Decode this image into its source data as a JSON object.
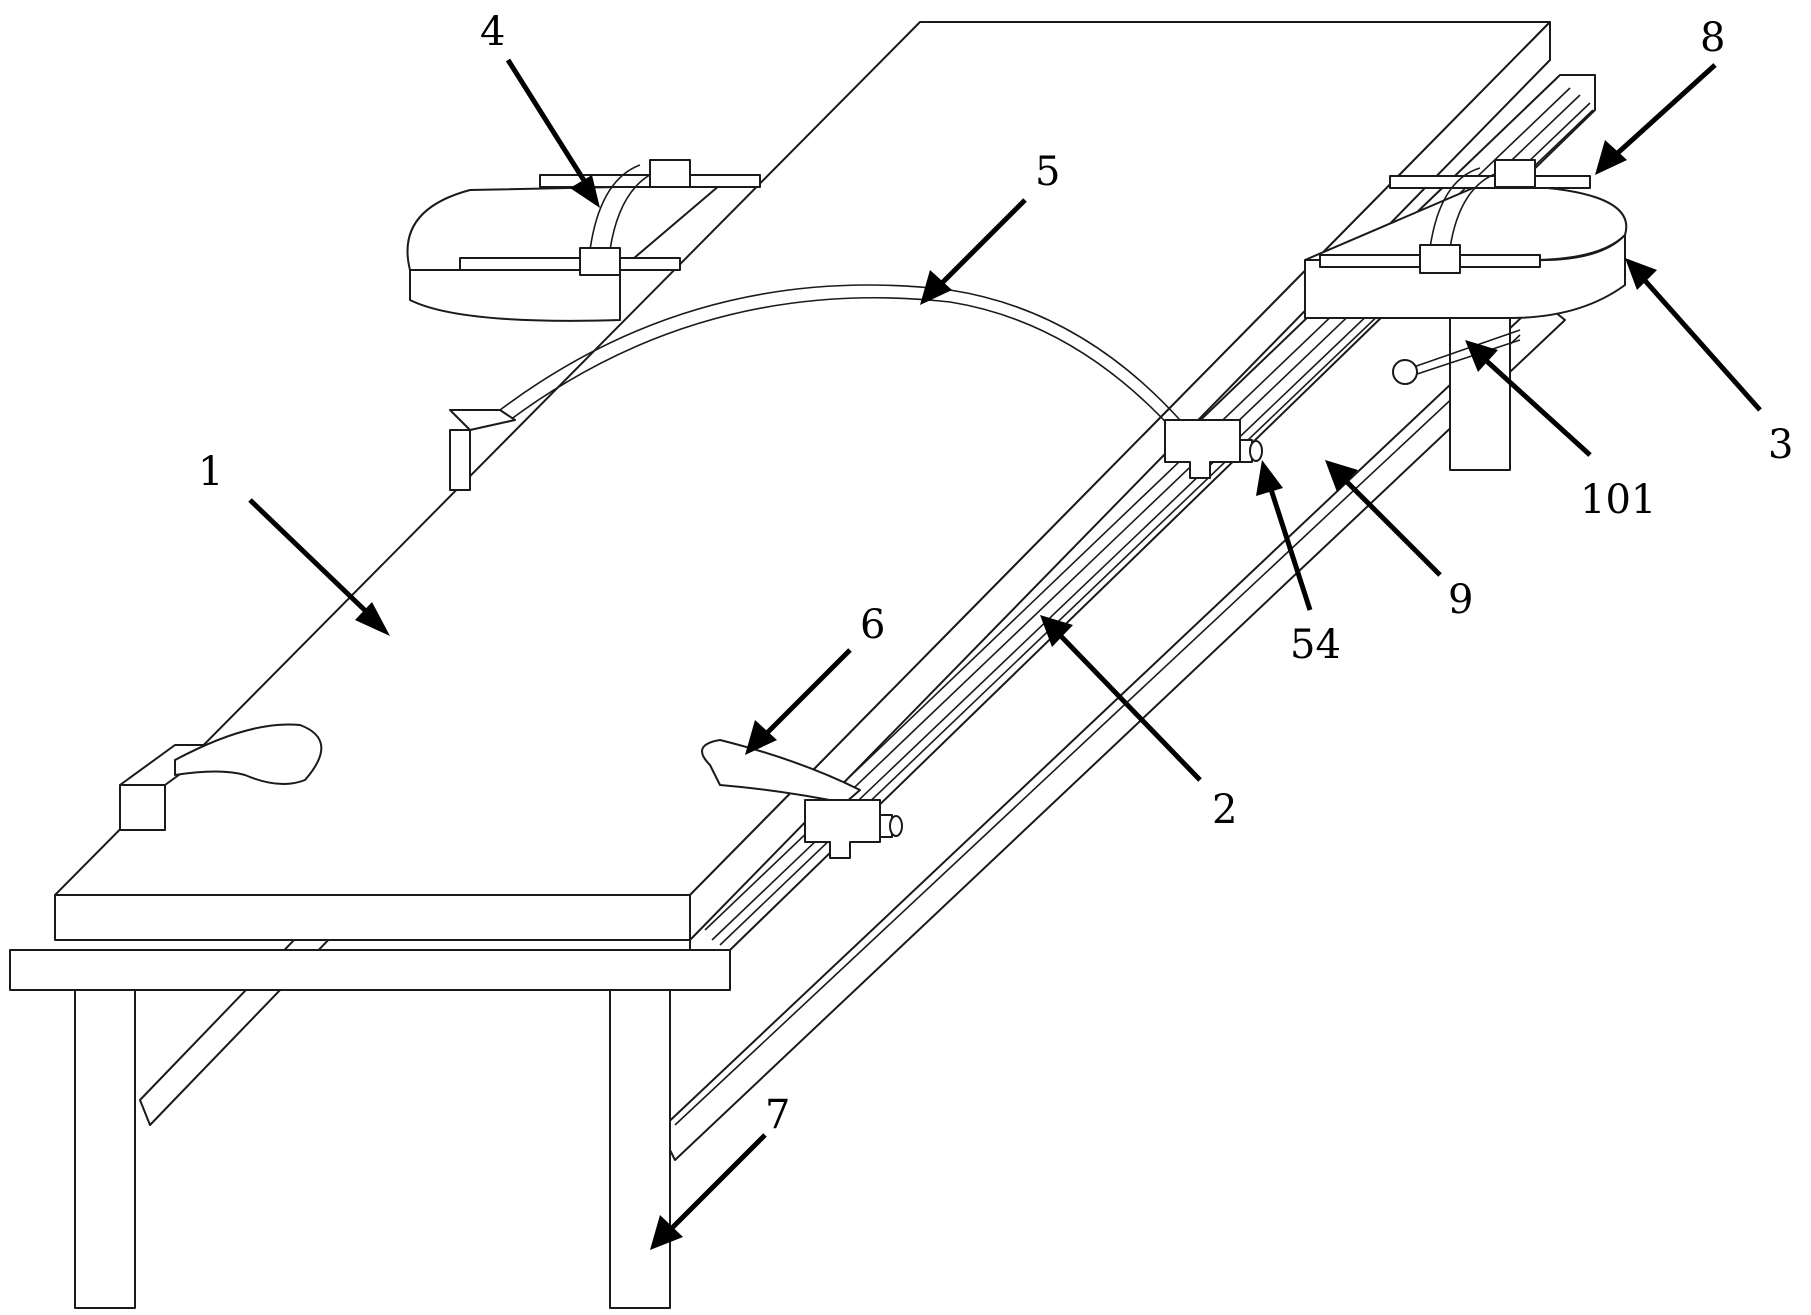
{
  "diagram": {
    "labels": [
      {
        "id": "1",
        "text": "1"
      },
      {
        "id": "2",
        "text": "2"
      },
      {
        "id": "3",
        "text": "3"
      },
      {
        "id": "4",
        "text": "4"
      },
      {
        "id": "5",
        "text": "5"
      },
      {
        "id": "6",
        "text": "6"
      },
      {
        "id": "7",
        "text": "7"
      },
      {
        "id": "8",
        "text": "8"
      },
      {
        "id": "9",
        "text": "9"
      },
      {
        "id": "54",
        "text": "54"
      },
      {
        "id": "101",
        "text": "101"
      }
    ],
    "colors": {
      "line": "#1a1a1a",
      "fill": "#ffffff",
      "arrow": "#000000"
    }
  }
}
